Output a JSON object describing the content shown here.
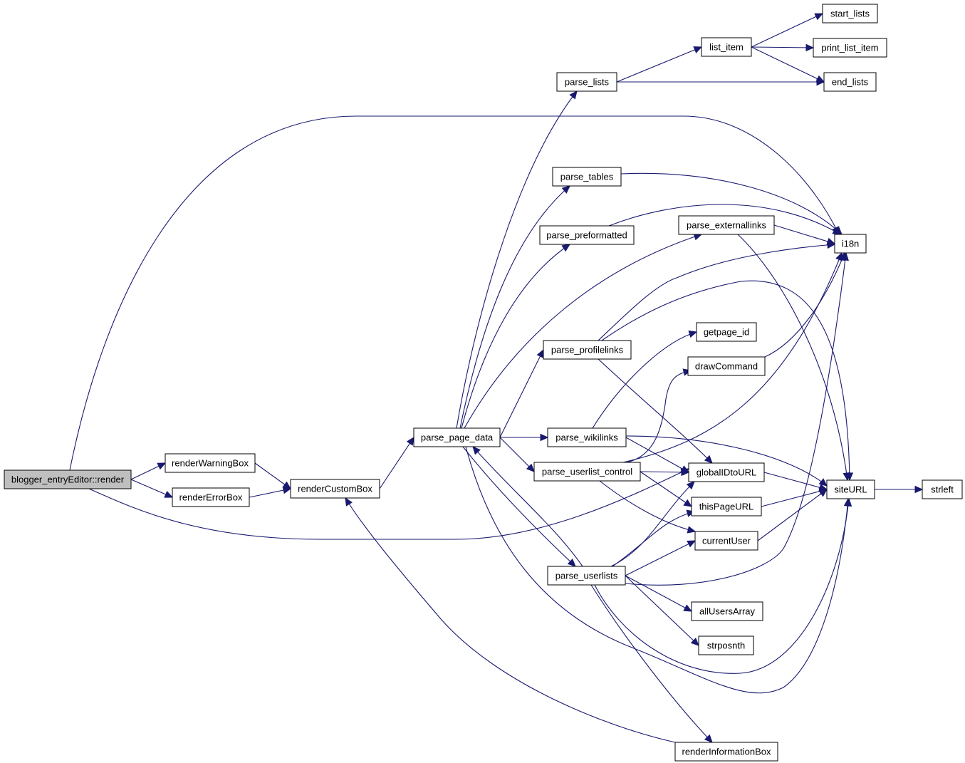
{
  "graph": {
    "edge_color": "#191970",
    "root_fill": "#bfbfbf",
    "nodes": [
      {
        "id": "render",
        "label": "blogger_entryEditor::render",
        "root": true
      },
      {
        "id": "renderWarningBox",
        "label": "renderWarningBox"
      },
      {
        "id": "renderErrorBox",
        "label": "renderErrorBox"
      },
      {
        "id": "renderCustomBox",
        "label": "renderCustomBox"
      },
      {
        "id": "parse_page_data",
        "label": "parse_page_data"
      },
      {
        "id": "parse_lists",
        "label": "parse_lists"
      },
      {
        "id": "list_item",
        "label": "list_item"
      },
      {
        "id": "start_lists",
        "label": "start_lists"
      },
      {
        "id": "print_list_item",
        "label": "print_list_item"
      },
      {
        "id": "end_lists",
        "label": "end_lists"
      },
      {
        "id": "parse_tables",
        "label": "parse_tables"
      },
      {
        "id": "parse_preformatted",
        "label": "parse_preformatted"
      },
      {
        "id": "parse_externallinks",
        "label": "parse_externallinks"
      },
      {
        "id": "i18n",
        "label": "i18n"
      },
      {
        "id": "parse_profilelinks",
        "label": "parse_profilelinks"
      },
      {
        "id": "getpage_id",
        "label": "getpage_id"
      },
      {
        "id": "drawCommand",
        "label": "drawCommand"
      },
      {
        "id": "parse_wikilinks",
        "label": "parse_wikilinks"
      },
      {
        "id": "parse_userlist_control",
        "label": "parse_userlist_control"
      },
      {
        "id": "globalIDtoURL",
        "label": "globalIDtoURL"
      },
      {
        "id": "siteURL",
        "label": "siteURL"
      },
      {
        "id": "strleft",
        "label": "strleft"
      },
      {
        "id": "thisPageURL",
        "label": "thisPageURL"
      },
      {
        "id": "currentUser",
        "label": "currentUser"
      },
      {
        "id": "parse_userlists",
        "label": "parse_userlists"
      },
      {
        "id": "allUsersArray",
        "label": "allUsersArray"
      },
      {
        "id": "strposnth",
        "label": "strposnth"
      },
      {
        "id": "renderInformationBox",
        "label": "renderInformationBox"
      }
    ],
    "edges": [
      [
        "render",
        "renderWarningBox"
      ],
      [
        "render",
        "renderErrorBox"
      ],
      [
        "render",
        "i18n"
      ],
      [
        "render",
        "globalIDtoURL"
      ],
      [
        "renderWarningBox",
        "renderCustomBox"
      ],
      [
        "renderErrorBox",
        "renderCustomBox"
      ],
      [
        "renderCustomBox",
        "parse_page_data"
      ],
      [
        "parse_page_data",
        "parse_lists"
      ],
      [
        "parse_page_data",
        "parse_tables"
      ],
      [
        "parse_page_data",
        "parse_preformatted"
      ],
      [
        "parse_page_data",
        "parse_externallinks"
      ],
      [
        "parse_page_data",
        "parse_profilelinks"
      ],
      [
        "parse_page_data",
        "parse_wikilinks"
      ],
      [
        "parse_page_data",
        "parse_userlist_control"
      ],
      [
        "parse_page_data",
        "parse_userlists"
      ],
      [
        "parse_page_data",
        "siteURL"
      ],
      [
        "parse_lists",
        "list_item"
      ],
      [
        "parse_lists",
        "end_lists"
      ],
      [
        "list_item",
        "start_lists"
      ],
      [
        "list_item",
        "print_list_item"
      ],
      [
        "list_item",
        "end_lists"
      ],
      [
        "parse_tables",
        "i18n"
      ],
      [
        "parse_preformatted",
        "i18n"
      ],
      [
        "parse_externallinks",
        "i18n"
      ],
      [
        "parse_externallinks",
        "siteURL"
      ],
      [
        "parse_profilelinks",
        "i18n"
      ],
      [
        "parse_profilelinks",
        "globalIDtoURL"
      ],
      [
        "parse_profilelinks",
        "siteURL"
      ],
      [
        "parse_wikilinks",
        "getpage_id"
      ],
      [
        "parse_wikilinks",
        "globalIDtoURL"
      ],
      [
        "parse_wikilinks",
        "siteURL"
      ],
      [
        "parse_userlist_control",
        "drawCommand"
      ],
      [
        "parse_userlist_control",
        "globalIDtoURL"
      ],
      [
        "parse_userlist_control",
        "thisPageURL"
      ],
      [
        "parse_userlist_control",
        "currentUser"
      ],
      [
        "parse_userlist_control",
        "i18n"
      ],
      [
        "drawCommand",
        "i18n"
      ],
      [
        "globalIDtoURL",
        "siteURL"
      ],
      [
        "thisPageURL",
        "siteURL"
      ],
      [
        "currentUser",
        "siteURL"
      ],
      [
        "siteURL",
        "strleft"
      ],
      [
        "parse_userlists",
        "parse_page_data"
      ],
      [
        "parse_userlists",
        "globalIDtoURL"
      ],
      [
        "parse_userlists",
        "thisPageURL"
      ],
      [
        "parse_userlists",
        "currentUser"
      ],
      [
        "parse_userlists",
        "allUsersArray"
      ],
      [
        "parse_userlists",
        "strposnth"
      ],
      [
        "parse_userlists",
        "renderInformationBox"
      ],
      [
        "parse_userlists",
        "siteURL"
      ],
      [
        "parse_userlists",
        "i18n"
      ],
      [
        "renderInformationBox",
        "renderCustomBox"
      ]
    ]
  }
}
